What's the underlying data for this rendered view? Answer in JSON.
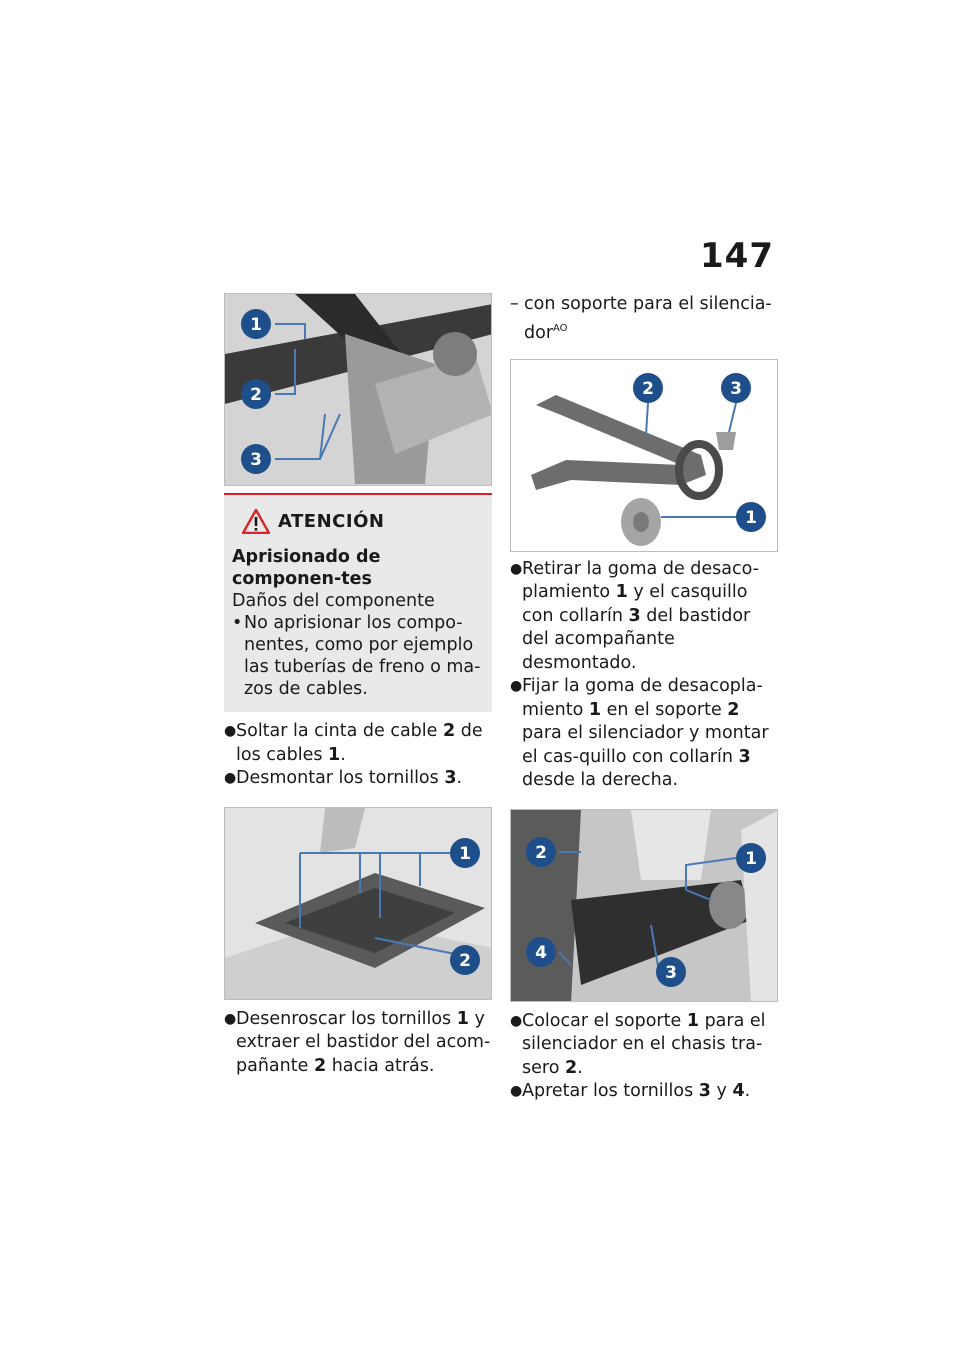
{
  "page_number": "147",
  "warning": {
    "title": "ATENCIÓN",
    "subtitle": "Aprisionado de componen-tes",
    "description": "Daños del componente",
    "bullet": "No aprisionar los compo-nentes, como por ejemplo las tuberías de freno o ma-zos de cables."
  },
  "left_steps": [
    {
      "pre": "Soltar la cinta de cable ",
      "num": "2",
      "post": " de los cables ",
      "num2": "1",
      "end": "."
    },
    {
      "pre": "Desmontar los tornillos ",
      "num": "3",
      "post": "."
    }
  ],
  "left_steps_2": [
    {
      "pre": "Desenroscar los tornillos ",
      "num": "1",
      "post": " y extraer el bastidor del acom-pañante ",
      "num2": "2",
      "end": " hacia atrás."
    }
  ],
  "right_intro": {
    "dash": "–",
    "text": "con soporte para el silencia-dor",
    "sup": "AO"
  },
  "right_steps": [
    {
      "pre": "Retirar la goma de desaco-plamiento ",
      "num": "1",
      "post": " y el casquillo con collarín ",
      "num2": "3",
      "end": " del bastidor del acompañante desmontado."
    },
    {
      "pre": "Fijar la goma de desacopla-miento ",
      "num": "1",
      "post": " en el soporte ",
      "num2": "2",
      "end": " para el silenciador y montar el cas-quillo con collarín ",
      "num3": "3",
      "end2": " desde la derecha."
    }
  ],
  "right_steps_2": [
    {
      "pre": "Colocar el soporte ",
      "num": "1",
      "post": " para el silenciador en el chasis tra-sero ",
      "num2": "2",
      "end": "."
    },
    {
      "pre": "Apretar los tornillos ",
      "num": "3",
      "post": " y ",
      "num2": "4",
      "end": "."
    }
  ],
  "figure_labels": {
    "fig1": [
      "1",
      "2",
      "3"
    ],
    "fig2": [
      "1",
      "2"
    ],
    "fig3": [
      "2",
      "3",
      "1"
    ],
    "fig4": [
      "2",
      "1",
      "4",
      "3"
    ]
  }
}
